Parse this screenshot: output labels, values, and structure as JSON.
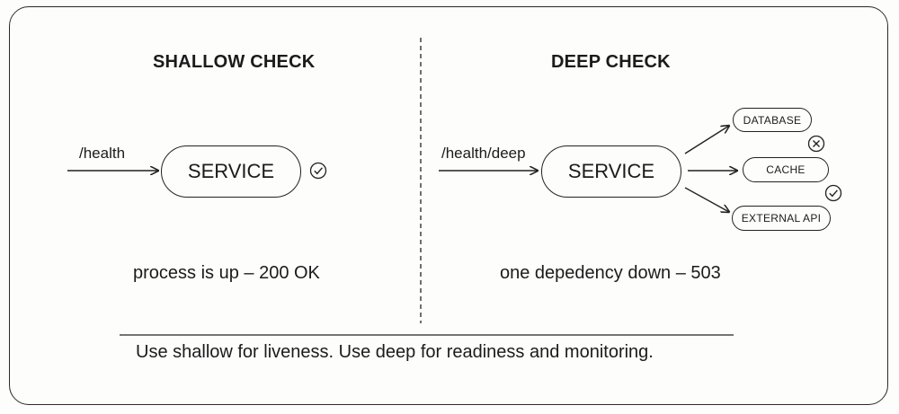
{
  "diagram": {
    "shallow": {
      "title": "SHALLOW CHECK",
      "endpoint": "/health",
      "service_label": "SERVICE",
      "status_icon": "check-circle-icon",
      "caption": "process is up – 200 OK"
    },
    "deep": {
      "title": "DEEP CHECK",
      "endpoint": "/health/deep",
      "service_label": "SERVICE",
      "dependencies": [
        {
          "label": "DATABASE",
          "status": "down",
          "icon": "x-circle-icon"
        },
        {
          "label": "CACHE",
          "status": "up",
          "icon": "check-circle-icon"
        },
        {
          "label": "EXTERNAL API",
          "status": "up"
        }
      ],
      "caption": "one depedency down – 503"
    },
    "footer": "Use shallow for liveness. Use deep for readiness and monitoring."
  }
}
